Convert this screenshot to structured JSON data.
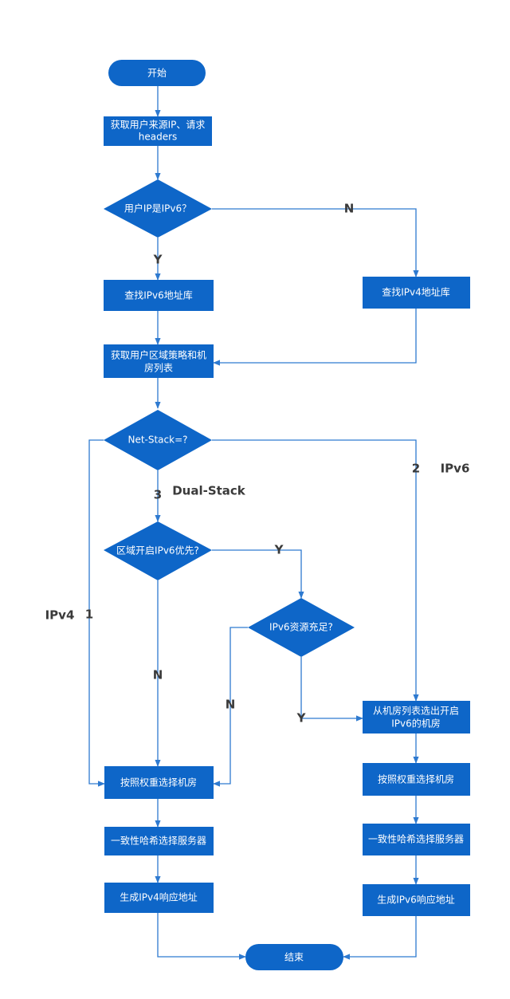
{
  "nodes": {
    "start": "开始",
    "get_ip_line1": "获取用户来源IP、请求",
    "get_ip_line2": "headers",
    "is_ipv6": "用户IP是IPv6？",
    "lookup_v6": "查找IPv6地址库",
    "lookup_v4": "查找IPv4地址库",
    "get_policy_line1": "获取用户区域策略和机",
    "get_policy_line2": "房列表",
    "net_stack": "Net-Stack=?",
    "region_v6_first": "区域开启IPv6优先?",
    "v6_enough": "IPv6资源充足?",
    "pick_v6_room_line1": "从机房列表选出开启",
    "pick_v6_room_line2": "IPv6的机房",
    "weight_left": "按照权重选择机房",
    "weight_right": "按照权重选择机房",
    "hash_left": "一致性哈希选择服务器",
    "hash_right": "一致性哈希选择服务器",
    "resp_v4": "生成IPv4响应地址",
    "resp_v6": "生成IPv6响应地址",
    "end": "结束"
  },
  "edge_labels": {
    "n_top": "N",
    "y_top": "Y",
    "two": "2",
    "ipv6": "IPv6",
    "three": "3",
    "dual_stack": "Dual-Stack",
    "y_region": "Y",
    "one": "1",
    "ipv4": "IPv4",
    "n_region": "N",
    "n_res": "N",
    "y_res": "Y"
  },
  "colors": {
    "node_fill": "#0e66c8",
    "edge": "#2e7ad0",
    "label_text": "#3a3a3a"
  }
}
